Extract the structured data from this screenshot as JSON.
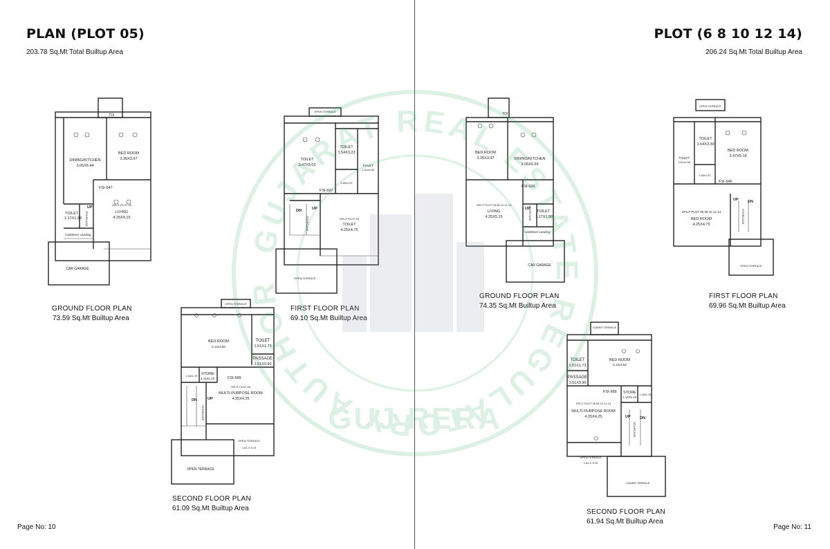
{
  "left": {
    "title": "PLAN (PLOT 05)",
    "subtitle": "203.78 Sq.Mt Total Builtup Area",
    "page_no": "Page No: 10",
    "ground": {
      "caption_title": "GROUND FLOOR PLAN",
      "caption_area": "73.59 Sq.Mt Builtup Area",
      "toi": "TOI",
      "dining_name": "DINING/KITCHEN",
      "dining_size": "3.05X6.44",
      "bed_name": "BED ROOM",
      "bed_size": "3.35X3.97",
      "fsi": "FSI-647",
      "living_label": "SPLIT PLOT 05",
      "living_name": "LIVING",
      "living_size": "4.25X5.15",
      "toilet_name": "TOILET",
      "toilet_size": "1.17X1.58",
      "up": "UP",
      "stair": "STAIRCASE",
      "cantilever": "Cantilever Landing",
      "garage": "CAR GARAGE"
    },
    "first": {
      "caption_title": "FIRST FLOOR PLAN",
      "caption_area": "69.10 Sq.Mt Builtup Area",
      "open_terrace_top": "OPEN TERRACE",
      "toilet_a_name": "TOILET",
      "toilet_a_size": "3.47X5.02",
      "toilet_b_name": "TOILET",
      "toilet_b_size": "1.54X3.23",
      "toilet_c_name": "TOILET",
      "toilet_c_size": "1.51x4.08",
      "small_size": "1.65x1.67",
      "fsi": "FSI-667",
      "dn": "DN",
      "up": "UP",
      "stair": "STAIRCASE",
      "main_label": "SPLIT PLOT 05",
      "main_name": "TOILET",
      "main_size": "4.25X4.75",
      "open_terrace_bottom": "OPEN TERRACE"
    },
    "second": {
      "caption_title": "SECOND FLOOR PLAN",
      "caption_area": "61.09 Sq.Mt Builtup Area",
      "open_terrace_top": "OPEN TERRACE",
      "bed_name": "BED ROOM",
      "bed_size": "5.12x3.66",
      "toilet_name": "TOILET",
      "toilet_size": "1.51X1.73",
      "passage_name": "PASSAGE",
      "passage_size": "1.51X0.90",
      "small_size": "1.16x1.33",
      "store_name": "STORE",
      "store_size": "1.11X1.22",
      "fsi": "FSI-689",
      "mp_label": "SPLIT PLOT 05",
      "mp_name": "MULTI-PURPOSE ROOM",
      "mp_size": "4.25X4.25",
      "dn": "DN",
      "up": "UP",
      "stair": "STAIRCASE",
      "open_terrace_inner": "OPEN TERRACE",
      "terrace_size": "1.84 X 5.19",
      "open_terrace_big": "OPEN TERRACE"
    }
  },
  "right": {
    "title": "PLOT (6 8 10 12 14)",
    "subtitle": "206.24 Sq.Mt Total Builtup Area",
    "page_no": "Page No: 11",
    "ground": {
      "caption_title": "GROUND FLOOR PLAN",
      "caption_area": "74.35 Sq.Mt Builtup Area",
      "toi": "TOI",
      "bed_name": "BED ROOM",
      "bed_size": "3.35X3.97",
      "dining_name": "DINING/KITCHEN",
      "dining_size": "3.05X6.59",
      "fsi": "FSI-926",
      "living_label": "SPLIT PLOT 06 08 10 12 14",
      "living_name": "LIVING",
      "living_size": "4.25X5.15",
      "toilet_name": "TOILET",
      "toilet_size": "1.17X1.58",
      "up": "UP",
      "stair": "STAIRCASE",
      "cantilever": "Cantilever Landing",
      "garage": "CAR GARAGE"
    },
    "first": {
      "caption_title": "FIRST FLOOR PLAN",
      "caption_area": "69.96 Sq.Mt Builtup Area",
      "open_terrace_top": "OPEN TERRACE",
      "toilet_a_name": "TOILET",
      "toilet_a_size": "1.54X3.39",
      "bed_name": "BED ROOM",
      "bed_size": "3.47X5.18",
      "toilet_b_name": "TOILET",
      "toilet_b_size": "1.51x4.08",
      "small_size": "1.65x1.67",
      "fsi": "FSI-946",
      "up": "UP",
      "dn": "DN",
      "main_label": "SPLIT PLOT 06 08 10 12 14",
      "main_name": "BED ROOM",
      "main_size": "4.25X4.75",
      "stair": "STAIRCASE",
      "open_terrace_bottom": "OPEN TERRACE"
    },
    "second": {
      "caption_title": "SECOND FLOOR PLAN",
      "caption_area": "61.94 Sq.Mt Builtup Area",
      "lower_terrace_top": "LOWER TERRACE",
      "toilet_name": "TOILET",
      "toilet_size": "1.51X1.73",
      "bed_name": "BED ROOM",
      "bed_size": "5.12x3.64",
      "passage_name": "PASSAGE",
      "passage_size": "1.51X0.90",
      "fsi": "FSI-968",
      "store_name": "STORE",
      "store_size": "1.11X1.22",
      "small_size": "1.16x1.33",
      "mp_label": "SPLIT PLOT 06 08 10 12 14",
      "mp_name": "MULTI-PURPOSE ROOM",
      "mp_size": "4.25X4.25",
      "up": "UP",
      "dn": "DN",
      "stair": "STAIRCASE",
      "open_terrace_inner": "OPEN TERRACE",
      "terrace_size": "1.84 X 5.19",
      "lower_terrace_bottom": "LOWER TERRACE"
    }
  },
  "watermark": {
    "ring_text": "GUJARAT REAL ESTATE REGULATORY AUTHORITY",
    "center_text": "GUJ RERA",
    "color": "#2fae5b"
  }
}
